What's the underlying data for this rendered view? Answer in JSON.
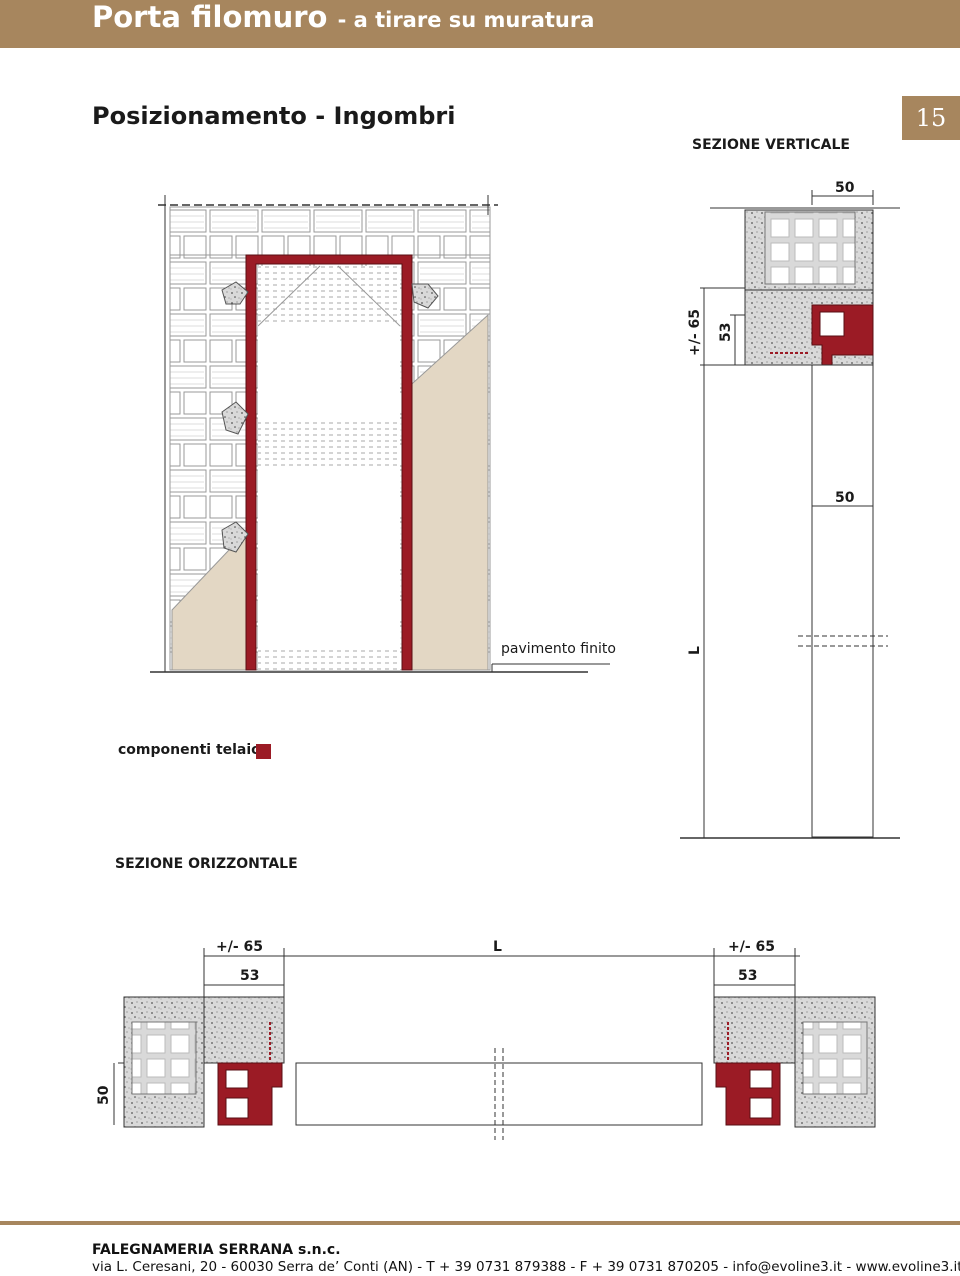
{
  "header": {
    "title": "Porta filomuro",
    "subtitle": "- a tirare su muratura"
  },
  "section_title": "Posizionamento - Ingombri",
  "page_number": "15",
  "labels": {
    "vertical_section": "SEZIONE VERTICALE",
    "horizontal_section": "SEZIONE ORIZZONTALE",
    "floor": "pavimento finito",
    "legend": "componenti telaio"
  },
  "dimensions": {
    "top_width": "50",
    "mid_width": "50",
    "tolerance": "+/-",
    "tolerance_value": "65",
    "frame_depth": "53",
    "length": "L",
    "wall_thickness": "50"
  },
  "colors": {
    "accent": "#a7865e",
    "frame": "#9b1b25",
    "plaster_panel": "#e3d7c4"
  },
  "footer": {
    "company": "FALEGNAMERIA SERRANA s.n.c.",
    "address": "via L. Ceresani, 20 - 60030 Serra de’ Conti (AN) - T + 39 0731 879388 - F + 39 0731 870205 - info@evoline3.it - www.evoline3.it"
  }
}
